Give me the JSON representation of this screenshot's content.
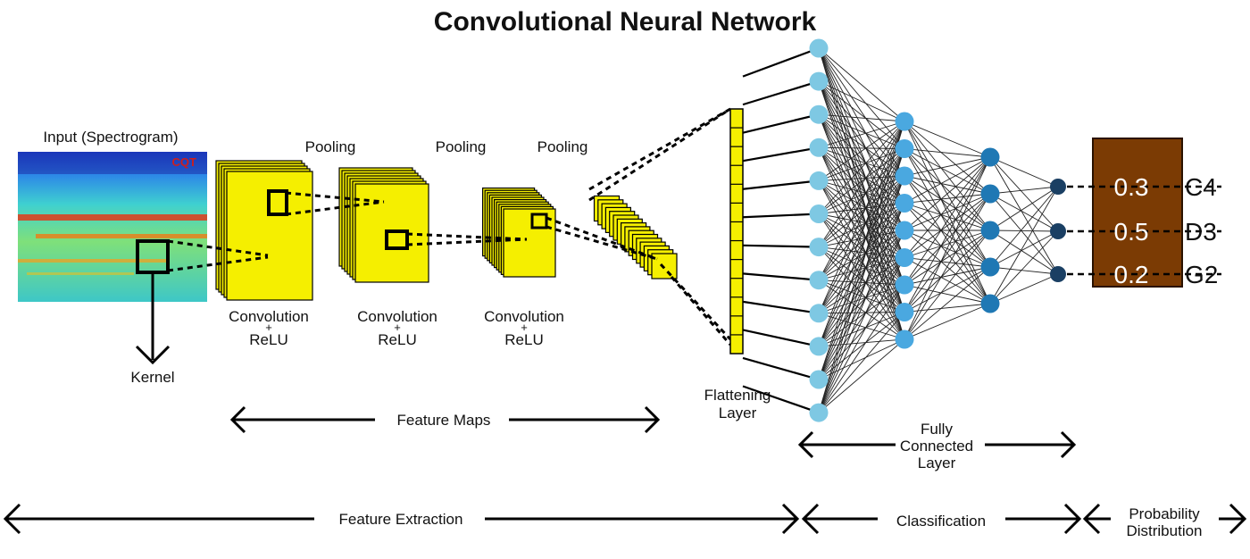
{
  "title": "Convolutional Neural Network",
  "input": {
    "label": "Input (Spectrogram)",
    "badge": "CQT",
    "kernel_label": "Kernel"
  },
  "conv_stages": [
    {
      "pool": "Pooling",
      "line1": "Convolution",
      "plus": "+",
      "line2": "ReLU"
    },
    {
      "pool": "Pooling",
      "line1": "Convolution",
      "plus": "+",
      "line2": "ReLU"
    },
    {
      "pool": "Pooling",
      "line1": "Convolution",
      "plus": "+",
      "line2": "ReLU"
    }
  ],
  "feature_maps_label": "Feature Maps",
  "flattening": {
    "line1": "Flattening",
    "line2": "Layer"
  },
  "fully_connected": {
    "line1": "Fully",
    "line2": "Connected",
    "line3": "Layer"
  },
  "network": {
    "layer_sizes": [
      12,
      9,
      5,
      3
    ],
    "colors": [
      "#7ec8e3",
      "#4aa8e0",
      "#1f78b4",
      "#1a3f63"
    ]
  },
  "outputs": [
    {
      "value": "0.3",
      "note": "C4"
    },
    {
      "value": "0.5",
      "note": "D3"
    },
    {
      "value": "0.2",
      "note": "G2"
    }
  ],
  "bottom": {
    "feature_extraction": "Feature Extraction",
    "classification": "Classification",
    "probability1": "Probability",
    "probability2": "Distribution"
  },
  "colors": {
    "feature_map": "#f5ef00",
    "output_box": "#7b3b04"
  }
}
